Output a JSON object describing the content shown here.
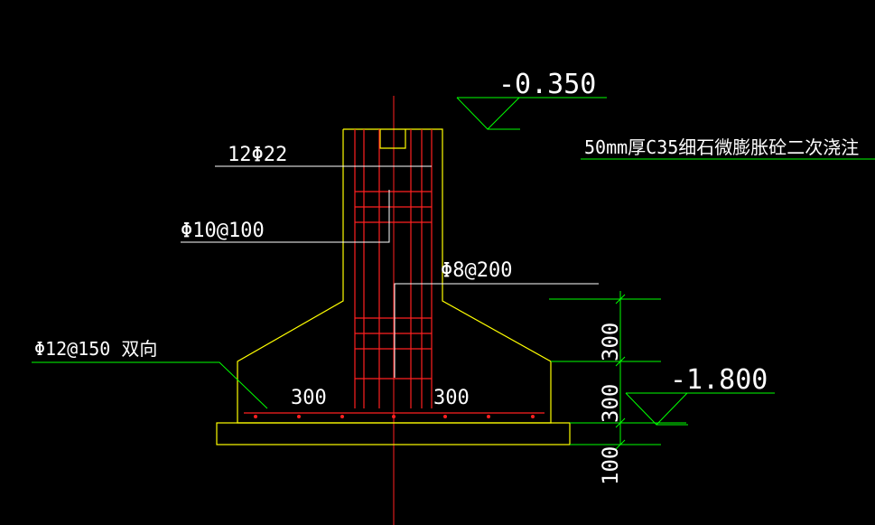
{
  "colors": {
    "background": "#000000",
    "outline": "#ffff00",
    "rebar": "#ff2020",
    "centerline": "#ff2020",
    "annotation": "#ffffff",
    "leader": "#00ff00"
  },
  "labels": {
    "elev_top": "-0.350",
    "elev_bottom": "-1.800",
    "grout_note": "50mm厚C35细石微膨胀砼二次浇注",
    "main_bars": "12Φ22",
    "stirrups": "Φ10@100",
    "tie_bars": "Φ8@200",
    "bottom_mesh": "Φ12@150 双向",
    "width_left": "300",
    "width_right": "300"
  },
  "dimensions": {
    "segments": [
      "300",
      "300",
      "100"
    ]
  }
}
